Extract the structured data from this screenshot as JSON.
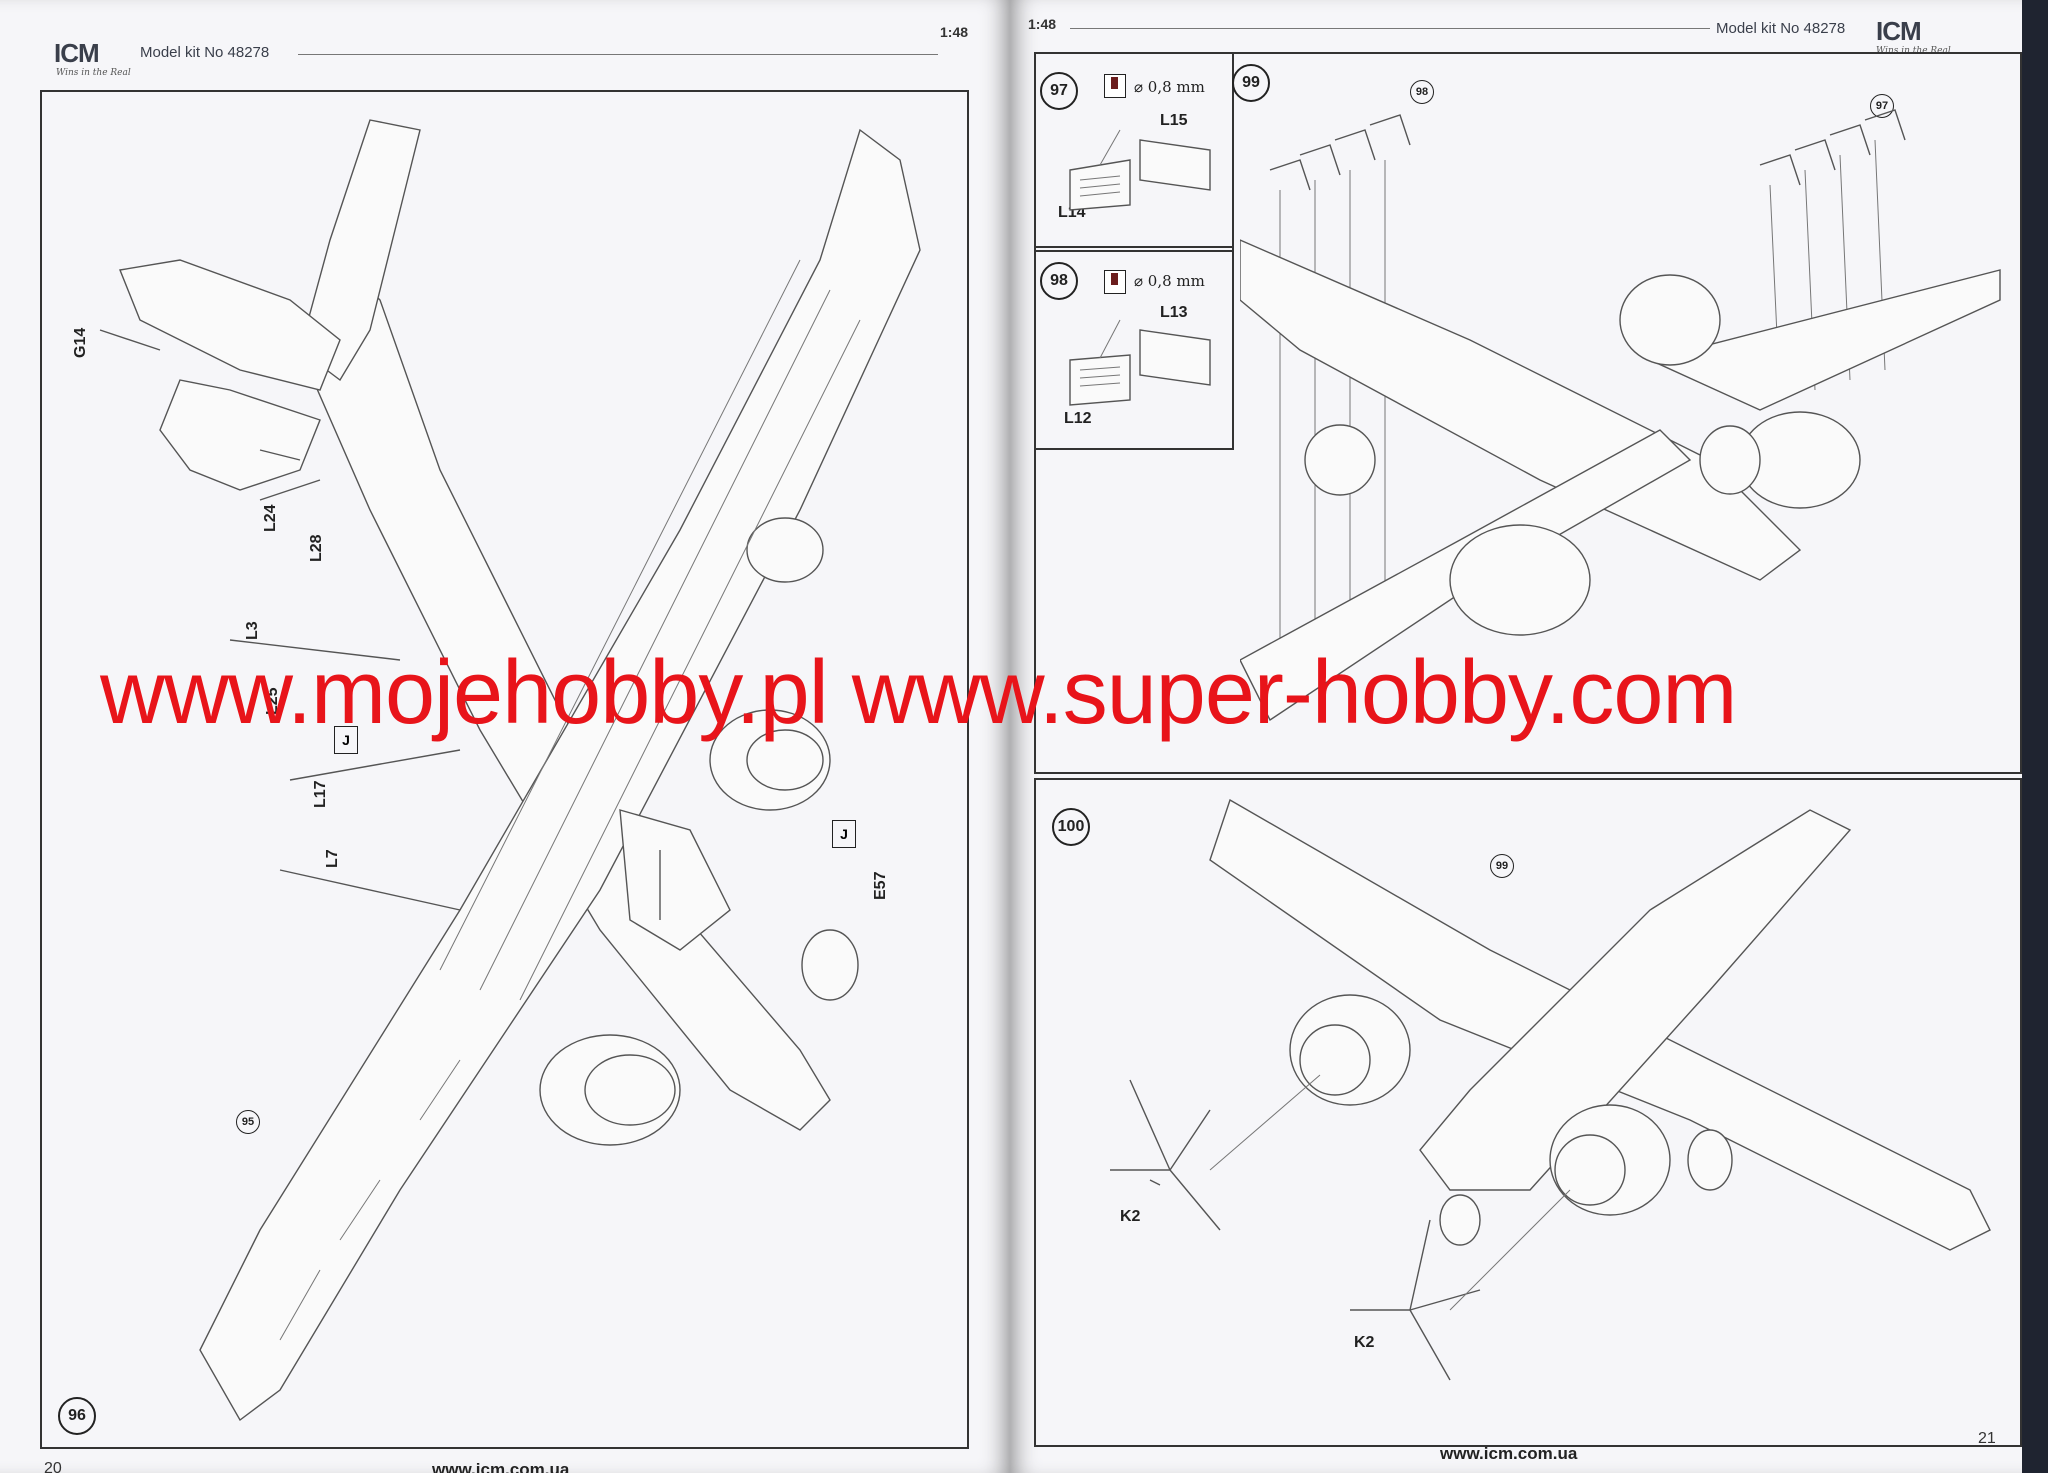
{
  "header": {
    "brand": "ICM",
    "brand_tagline": "Wins in the Real",
    "kit_label": "Model kit No 48278",
    "scale": "1:48"
  },
  "left_page": {
    "step": "96",
    "ref_step": "95",
    "parts": [
      "G14",
      "L24",
      "L28",
      "L3",
      "L25",
      "L17",
      "L7",
      "E57"
    ],
    "option_marker": "J",
    "footer_url": "www.icm.com.ua",
    "page_number": "20"
  },
  "right_page": {
    "step_97": {
      "number": "97",
      "drill": "⌀ 0,8 mm",
      "parts": [
        "L15",
        "L14"
      ]
    },
    "step_98": {
      "number": "98",
      "drill": "⌀ 0,8 mm",
      "parts": [
        "L13",
        "L12"
      ]
    },
    "step_99": {
      "number": "99",
      "ref_steps": [
        "98",
        "97"
      ]
    },
    "step_100": {
      "number": "100",
      "ref_step": "99",
      "parts": [
        "K2",
        "K2"
      ]
    },
    "footer_url": "www.icm.com.ua",
    "page_number": "21"
  },
  "watermark": "www.mojehobby.pl www.super-hobby.com",
  "colors": {
    "watermark": "#e8141a",
    "paper": "#f6f6f9",
    "ink": "#222222"
  }
}
